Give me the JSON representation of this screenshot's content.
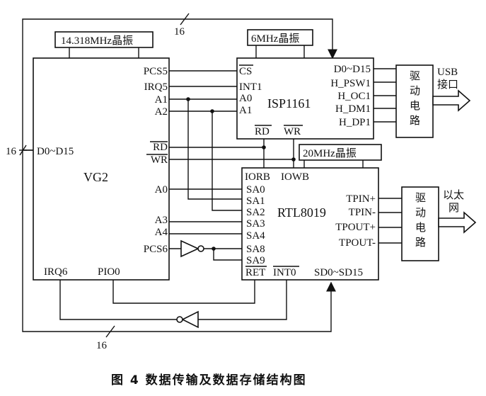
{
  "crystals": {
    "vg2_clock": "14.318MHz晶振",
    "isp_clock": "6MHz晶振",
    "rtl_clock": "20MHz晶振"
  },
  "vg2": {
    "name": "VG2",
    "data_bus": "D0~D15",
    "pins": {
      "pcs5": "PCS5",
      "irq5": "IRQ5",
      "a1": "A1",
      "a2": "A2",
      "rd": "RD",
      "wr": "WR",
      "a0": "A0",
      "a3": "A3",
      "a4": "A4",
      "pcs6": "PCS6",
      "irq6": "IRQ6",
      "pio0": "PIO0"
    }
  },
  "isp1161": {
    "name": "ISP1161",
    "left_pins": {
      "cs": "CS",
      "int1": "INT1",
      "a0": "A0",
      "a1": "A1"
    },
    "bottom_pins": {
      "rd": "RD",
      "wr": "WR"
    },
    "right_pins": [
      "D0~D15",
      "H_PSW1",
      "H_OC1",
      "H_DM1",
      "H_DP1"
    ]
  },
  "rtl8019": {
    "name": "RTL8019",
    "top_pins": {
      "iorb": "IORB",
      "iowb": "IOWB"
    },
    "left_pins": [
      "SA0",
      "SA1",
      "SA2",
      "SA3",
      "SA4",
      "SA8",
      "SA9"
    ],
    "bottom_pins": {
      "ret": "RET",
      "int0": "INT0",
      "sd": "SD0~SD15"
    },
    "right_pins": [
      "TPIN+",
      "TPIN-",
      "TPOUT+",
      "TPOUT-"
    ]
  },
  "drivers": {
    "usb_driver": "驱动电路",
    "eth_driver": "驱动电路"
  },
  "outputs": {
    "usb": [
      "USB",
      "接口"
    ],
    "ethernet": [
      "以太",
      "网"
    ]
  },
  "bus_width": {
    "top": "16",
    "left": "16",
    "bottom": "16"
  },
  "caption": "图 4   数据传输及数据存储结构图"
}
